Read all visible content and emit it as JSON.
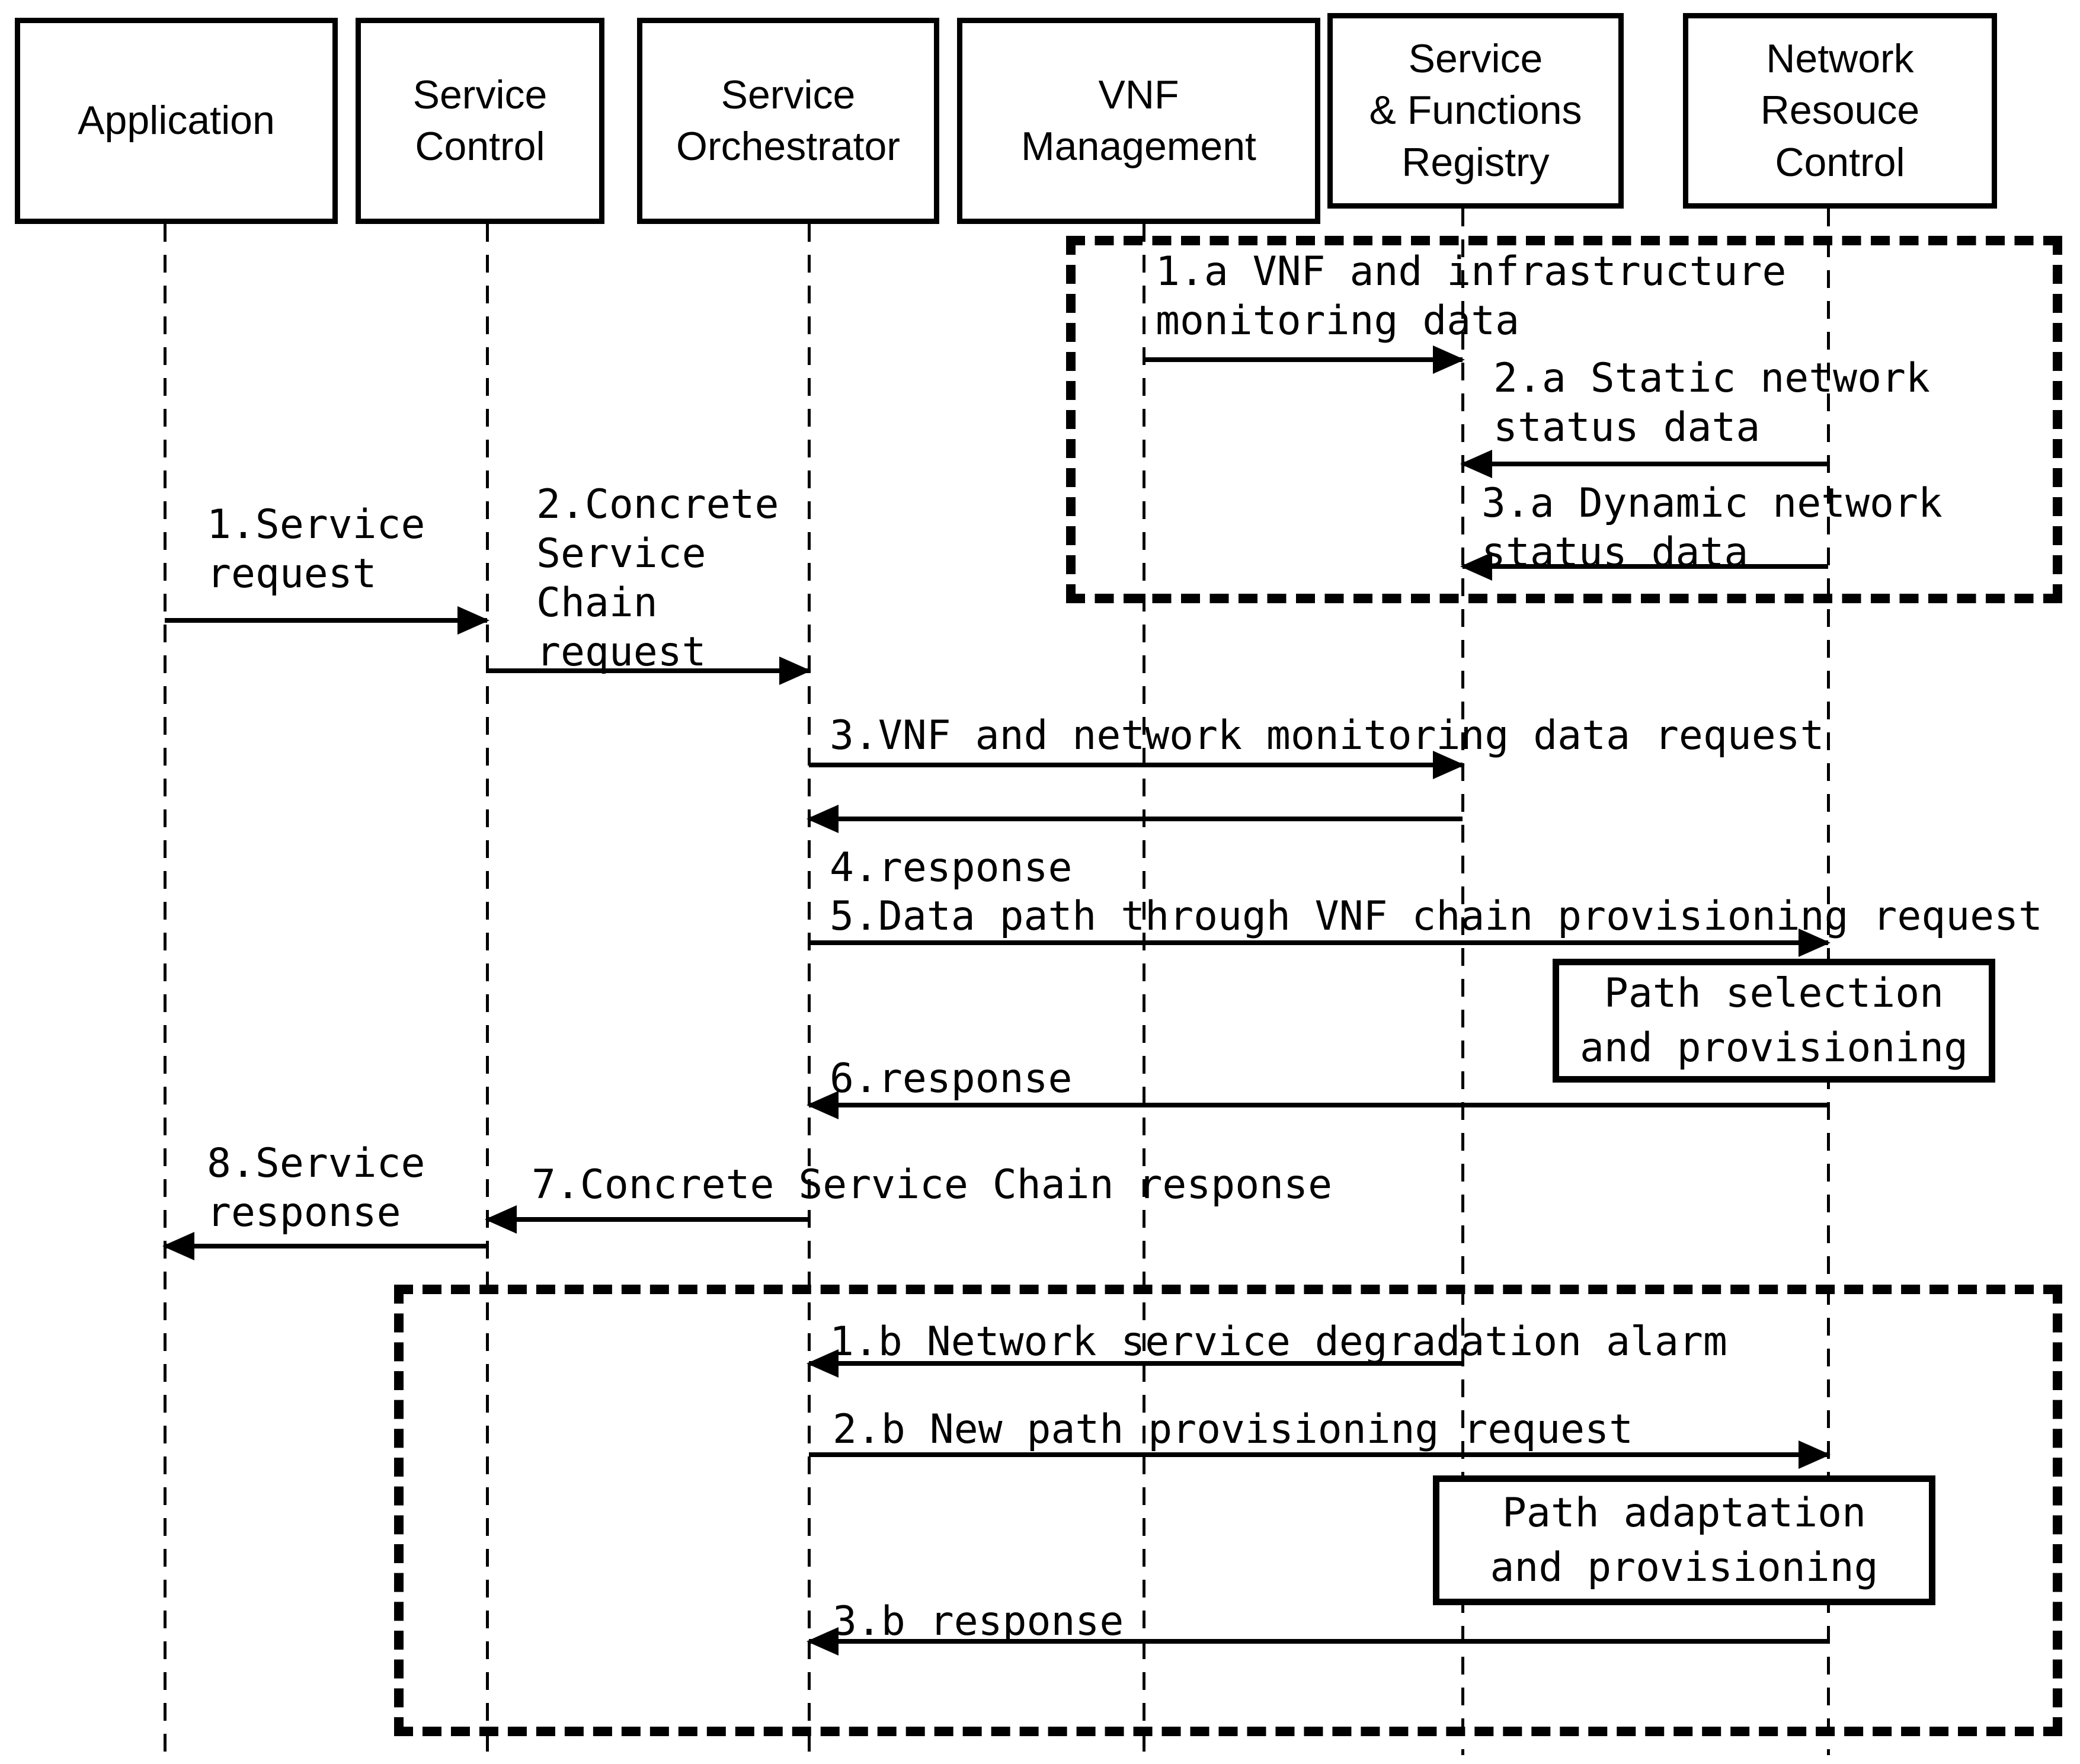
{
  "colors": {
    "ink": "#000000",
    "background": "#ffffff"
  },
  "actors": [
    {
      "name": "Application"
    },
    {
      "name": "Service\nControl"
    },
    {
      "name": "Service\nOrchestrator"
    },
    {
      "name": "VNF\nManagement"
    },
    {
      "name": "Service\n& Functions\nRegistry"
    },
    {
      "name": "Network\nResouce\nControl"
    }
  ],
  "messages": {
    "m1a": {
      "label": "1.a VNF and infrastructure\nmonitoring data",
      "from": "VNF Management",
      "to": "Service & Functions Registry"
    },
    "m2a": {
      "label": "2.a Static network\nstatus data",
      "from": "Network Resouce Control",
      "to": "Service & Functions Registry"
    },
    "m3a": {
      "label": "3.a Dynamic network\nstatus data",
      "from": "Network Resouce Control",
      "to": "Service & Functions Registry"
    },
    "m1": {
      "label": "1.Service\nrequest",
      "from": "Application",
      "to": "Service Control"
    },
    "m2": {
      "label": "2.Concrete\nService\nChain\nrequest",
      "from": "Service Control",
      "to": "Service Orchestrator"
    },
    "m3": {
      "label": "3.VNF and network monitoring data request",
      "from": "Service Orchestrator",
      "to": "Service & Functions Registry"
    },
    "m4": {
      "label": "4.response",
      "from": "Service & Functions Registry",
      "to": "Service Orchestrator"
    },
    "m5": {
      "label": "5.Data path through VNF chain provisioning request",
      "from": "Service Orchestrator",
      "to": "Network Resouce Control"
    },
    "m6": {
      "label": "6.response",
      "from": "Network Resouce Control",
      "to": "Service Orchestrator"
    },
    "m7": {
      "label": "7.Concrete Service Chain response",
      "from": "Service Orchestrator",
      "to": "Service Control"
    },
    "m8": {
      "label": "8.Service\nresponse",
      "from": "Service Control",
      "to": "Application"
    },
    "m1b": {
      "label": "1.b Network service degradation alarm",
      "from": "Service & Functions Registry",
      "to": "Service Orchestrator"
    },
    "m2b": {
      "label": "2.b New path provisioning request",
      "from": "Service Orchestrator",
      "to": "Network Resouce Control"
    },
    "m3b": {
      "label": "3.b response",
      "from": "Network Resouce Control",
      "to": "Service Orchestrator"
    }
  },
  "notes": {
    "path_selection": "Path selection\nand provisioning",
    "path_adaptation": "Path adaptation\nand provisioning"
  }
}
